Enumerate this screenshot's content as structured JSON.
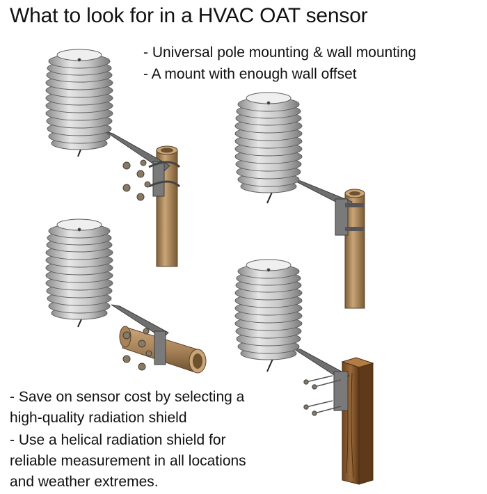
{
  "title": "What to look for in a HVAC OAT sensor",
  "features": [
    "- Universal pole mounting & wall mounting",
    "- A mount with enough wall offset"
  ],
  "notes": [
    [
      "- Save on sensor cost by selecting a",
      "high-quality radiation shield"
    ],
    [
      "- Use a helical radiation shield for",
      "reliable measurement in all locations",
      "and weather extremes."
    ]
  ],
  "colors": {
    "shield": "#b8b8b8",
    "shield_dark": "#7d7d7d",
    "bracket": "#6f6f6f",
    "pole": "#a9855a",
    "wood": "#8a5a2c"
  },
  "illustrations": [
    {
      "icon": "radiation-shield-pole-mount-exploded-icon"
    },
    {
      "icon": "radiation-shield-pole-mount-icon"
    },
    {
      "icon": "radiation-shield-horizontal-pipe-mount-icon"
    },
    {
      "icon": "radiation-shield-wall-mount-icon"
    }
  ]
}
